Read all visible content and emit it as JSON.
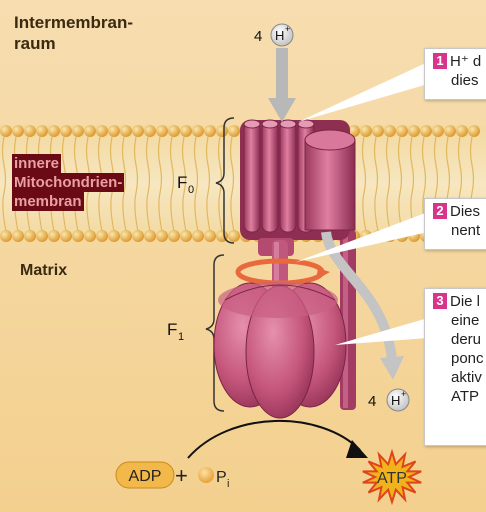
{
  "labels": {
    "intermembrane_line1": "Intermembran-",
    "intermembrane_line2": "raum",
    "inner_membrane_line1": "innere",
    "inner_membrane_line2": "Mitochondrien-",
    "inner_membrane_line3": "membran",
    "matrix": "Matrix",
    "f0": "F",
    "f0_sub": "0",
    "f1": "F",
    "f1_sub": "1"
  },
  "protons_in": {
    "count": "4",
    "ion": "H",
    "charge": "+"
  },
  "protons_out": {
    "count": "4",
    "ion": "H",
    "charge": "+"
  },
  "callouts": [
    {
      "number": "1",
      "lines": [
        "H⁺ d",
        "dies"
      ]
    },
    {
      "number": "2",
      "lines": [
        "Dies",
        "nent"
      ]
    },
    {
      "number": "3",
      "lines": [
        "Die l",
        "eine",
        "deru",
        "ponc",
        "aktiv",
        "ATP"
      ]
    }
  ],
  "reaction": {
    "adp": "ADP",
    "plus": "+",
    "pi": "P",
    "pi_sub": "i",
    "atp": "ATP"
  },
  "colors": {
    "cytosol_bg": "#f6dca8",
    "matrix_bg": "#f4d69a",
    "enzyme": "#c75a7e",
    "enzyme_dark": "#8e2f52",
    "lipid_head": "#e8a93a",
    "arrow": "#b8b8b8",
    "badge": "#d8348c",
    "adp_fill": "#f2b84a",
    "atp_burst": "#f0b31c"
  }
}
